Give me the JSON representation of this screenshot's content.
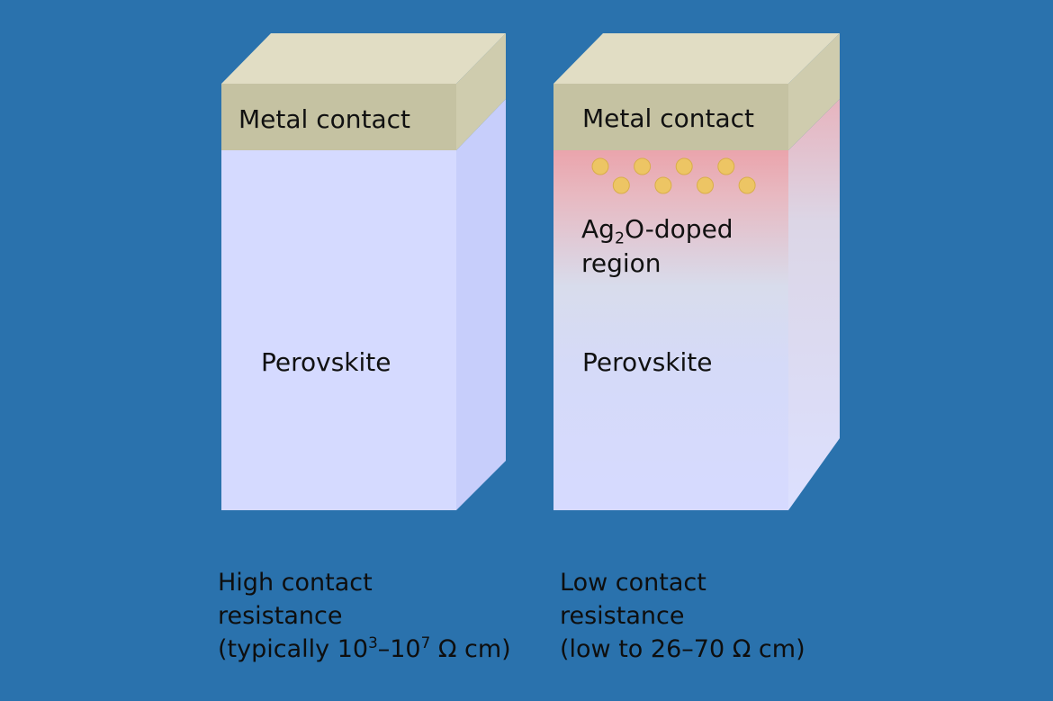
{
  "colors": {
    "background": "#2A72AD",
    "contact_front": "#C5C2A2",
    "contact_top": "#E1DDC4",
    "contact_side": "#CFCCAE",
    "perovskite_front": "#D5DAFF",
    "perovskite_side": "#C7CEFB",
    "doped_region": "#EAA4AC",
    "dopant_particle": "#EDC564",
    "text": "#111111"
  },
  "left_block": {
    "contact_label": "Metal contact",
    "body_label": "Perovskite",
    "caption": {
      "line1": "High contact",
      "line2": "resistance",
      "line3_prefix": "(typically 10",
      "exp1": "3",
      "line3_mid": "–10",
      "exp2": "7",
      "line3_suffix": " Ω cm)"
    }
  },
  "right_block": {
    "contact_label": "Metal contact",
    "doped_label_part1": "Ag",
    "doped_label_sub": "2",
    "doped_label_part2": "O-doped",
    "doped_label_line2": "region",
    "body_label": "Perovskite",
    "caption": {
      "line1": "Low contact",
      "line2": "resistance",
      "line3": "(low to 26–70 Ω cm)"
    },
    "dopant_particle_count": 8
  }
}
